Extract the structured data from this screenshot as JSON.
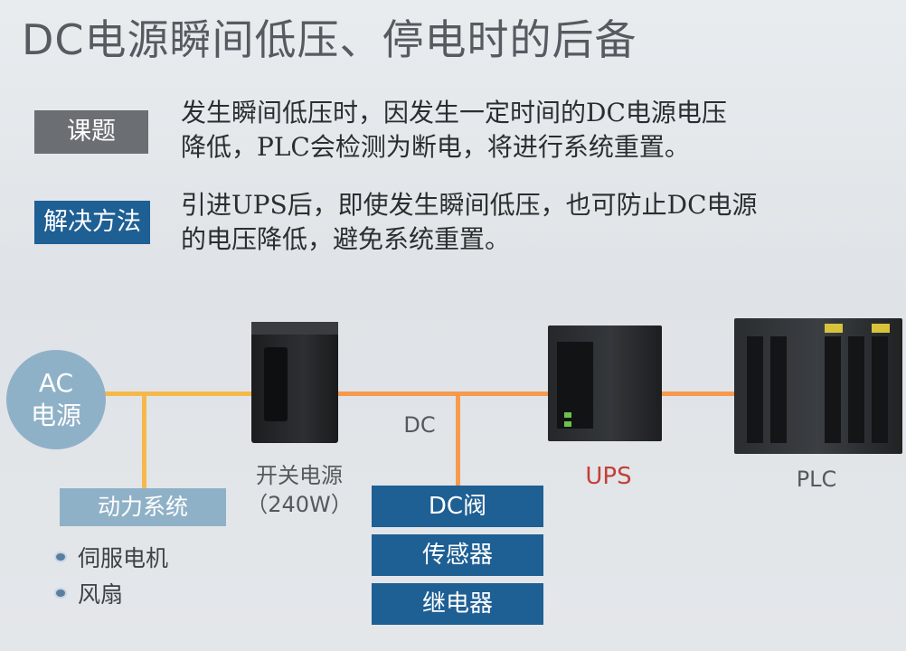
{
  "title": "DC电源瞬间低压、停电时的后备",
  "issue": {
    "tag": "课题",
    "lines": [
      "发生瞬间低压时，因发生一定时间的DC电源电压",
      "降低，PLC会检测为断电，将进行系统重置。"
    ]
  },
  "solution": {
    "tag": "解决方法",
    "lines": [
      "引进UPS后，即使发生瞬间低压，也可防止DC电源",
      "的电压降低，避免系统重置。"
    ]
  },
  "diagram": {
    "ac_source": {
      "line1": "AC",
      "line2": "电源"
    },
    "switching_psu": {
      "name": "开关电源",
      "rating": "（240W）"
    },
    "dc_label": "DC",
    "ups_label": "UPS",
    "plc_label": "PLC",
    "power_system": {
      "label": "动力系统",
      "items": [
        "伺服电机",
        "风扇"
      ]
    },
    "dc_loads": [
      "DC阀",
      "传感器",
      "继电器"
    ]
  },
  "colors": {
    "ac_line": "#f6b84a",
    "dc_line": "#f79a4e",
    "accent_blue": "#1e5f94",
    "light_blue": "#8fb1c7",
    "ups_red": "#c2403a"
  }
}
